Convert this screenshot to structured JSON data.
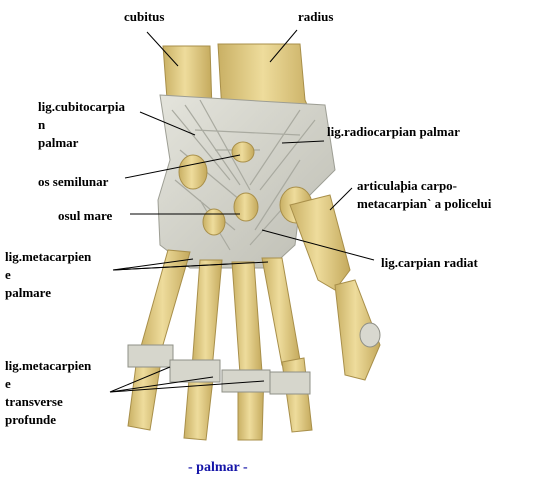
{
  "labels": {
    "cubitus": "cubitus",
    "radius": "radius",
    "lig_cubitocarpian_1": "lig.cubitocarpia",
    "lig_cubitocarpian_2": "n",
    "lig_cubitocarpian_3": "palmar",
    "lig_radiocarpian": "lig.radiocarpian palmar",
    "os_semilunar": "os semilunar",
    "articulatia_1": "articulaþia carpo-",
    "articulatia_2": "metacarpian` a policelui",
    "osul_mare": "osul mare",
    "lig_metacarpiene_palmare_1": "lig.metacarpien",
    "lig_metacarpiene_palmare_2": "e",
    "lig_metacarpiene_palmare_3": "palmare",
    "lig_carpian_radiat": "lig.carpian radiat",
    "lig_metacarpiene_transv_1": "lig.metacarpien",
    "lig_metacarpiene_transv_2": "e",
    "lig_metacarpiene_transv_3": "transverse",
    "lig_metacarpiene_transv_4": "profunde"
  },
  "caption": "- palmar -",
  "colors": {
    "bone": "#e2cf8a",
    "bone_shadow": "#c9b064",
    "ligament": "#d8d8cf",
    "ligament_line": "#a9aaa0",
    "caption": "#1515a8"
  }
}
